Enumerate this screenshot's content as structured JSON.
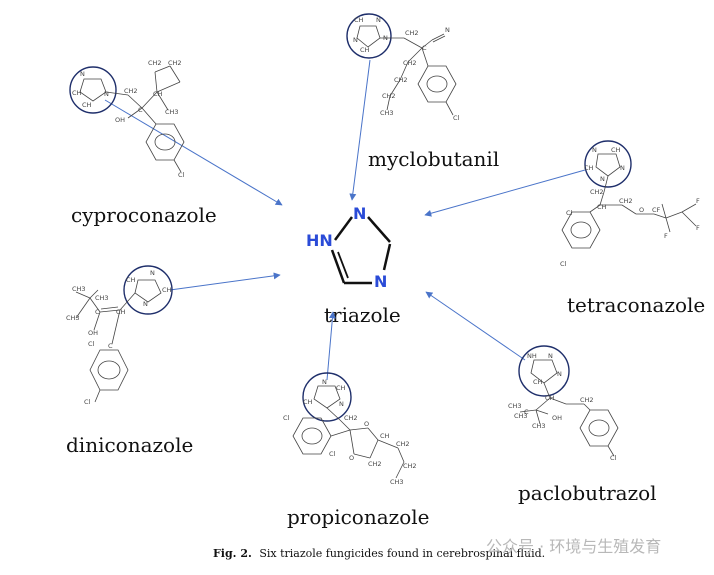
{
  "compounds": {
    "myclobutanil": "myclobutanil",
    "cyproconazole": "cyproconazole",
    "tetraconazole": "tetraconazole",
    "diniconazole": "diniconazole",
    "propiconazole": "propiconazole",
    "paclobutrazol": "paclobutrazol"
  },
  "center": {
    "name": "triazole",
    "atom_hn": "HN",
    "atom_n_top": "N",
    "atom_n_bottom": "N"
  },
  "caption": {
    "label": "Fig. 2.",
    "text": "Six triazole fungicides found in cerebrospinal fluid."
  },
  "watermark": {
    "text": "公众号 · 环境与生殖发育"
  },
  "colors": {
    "arrow": "#4a74c9",
    "ring_highlight": "#1f2f6b",
    "triazole_atoms": "#2a4bd7"
  }
}
